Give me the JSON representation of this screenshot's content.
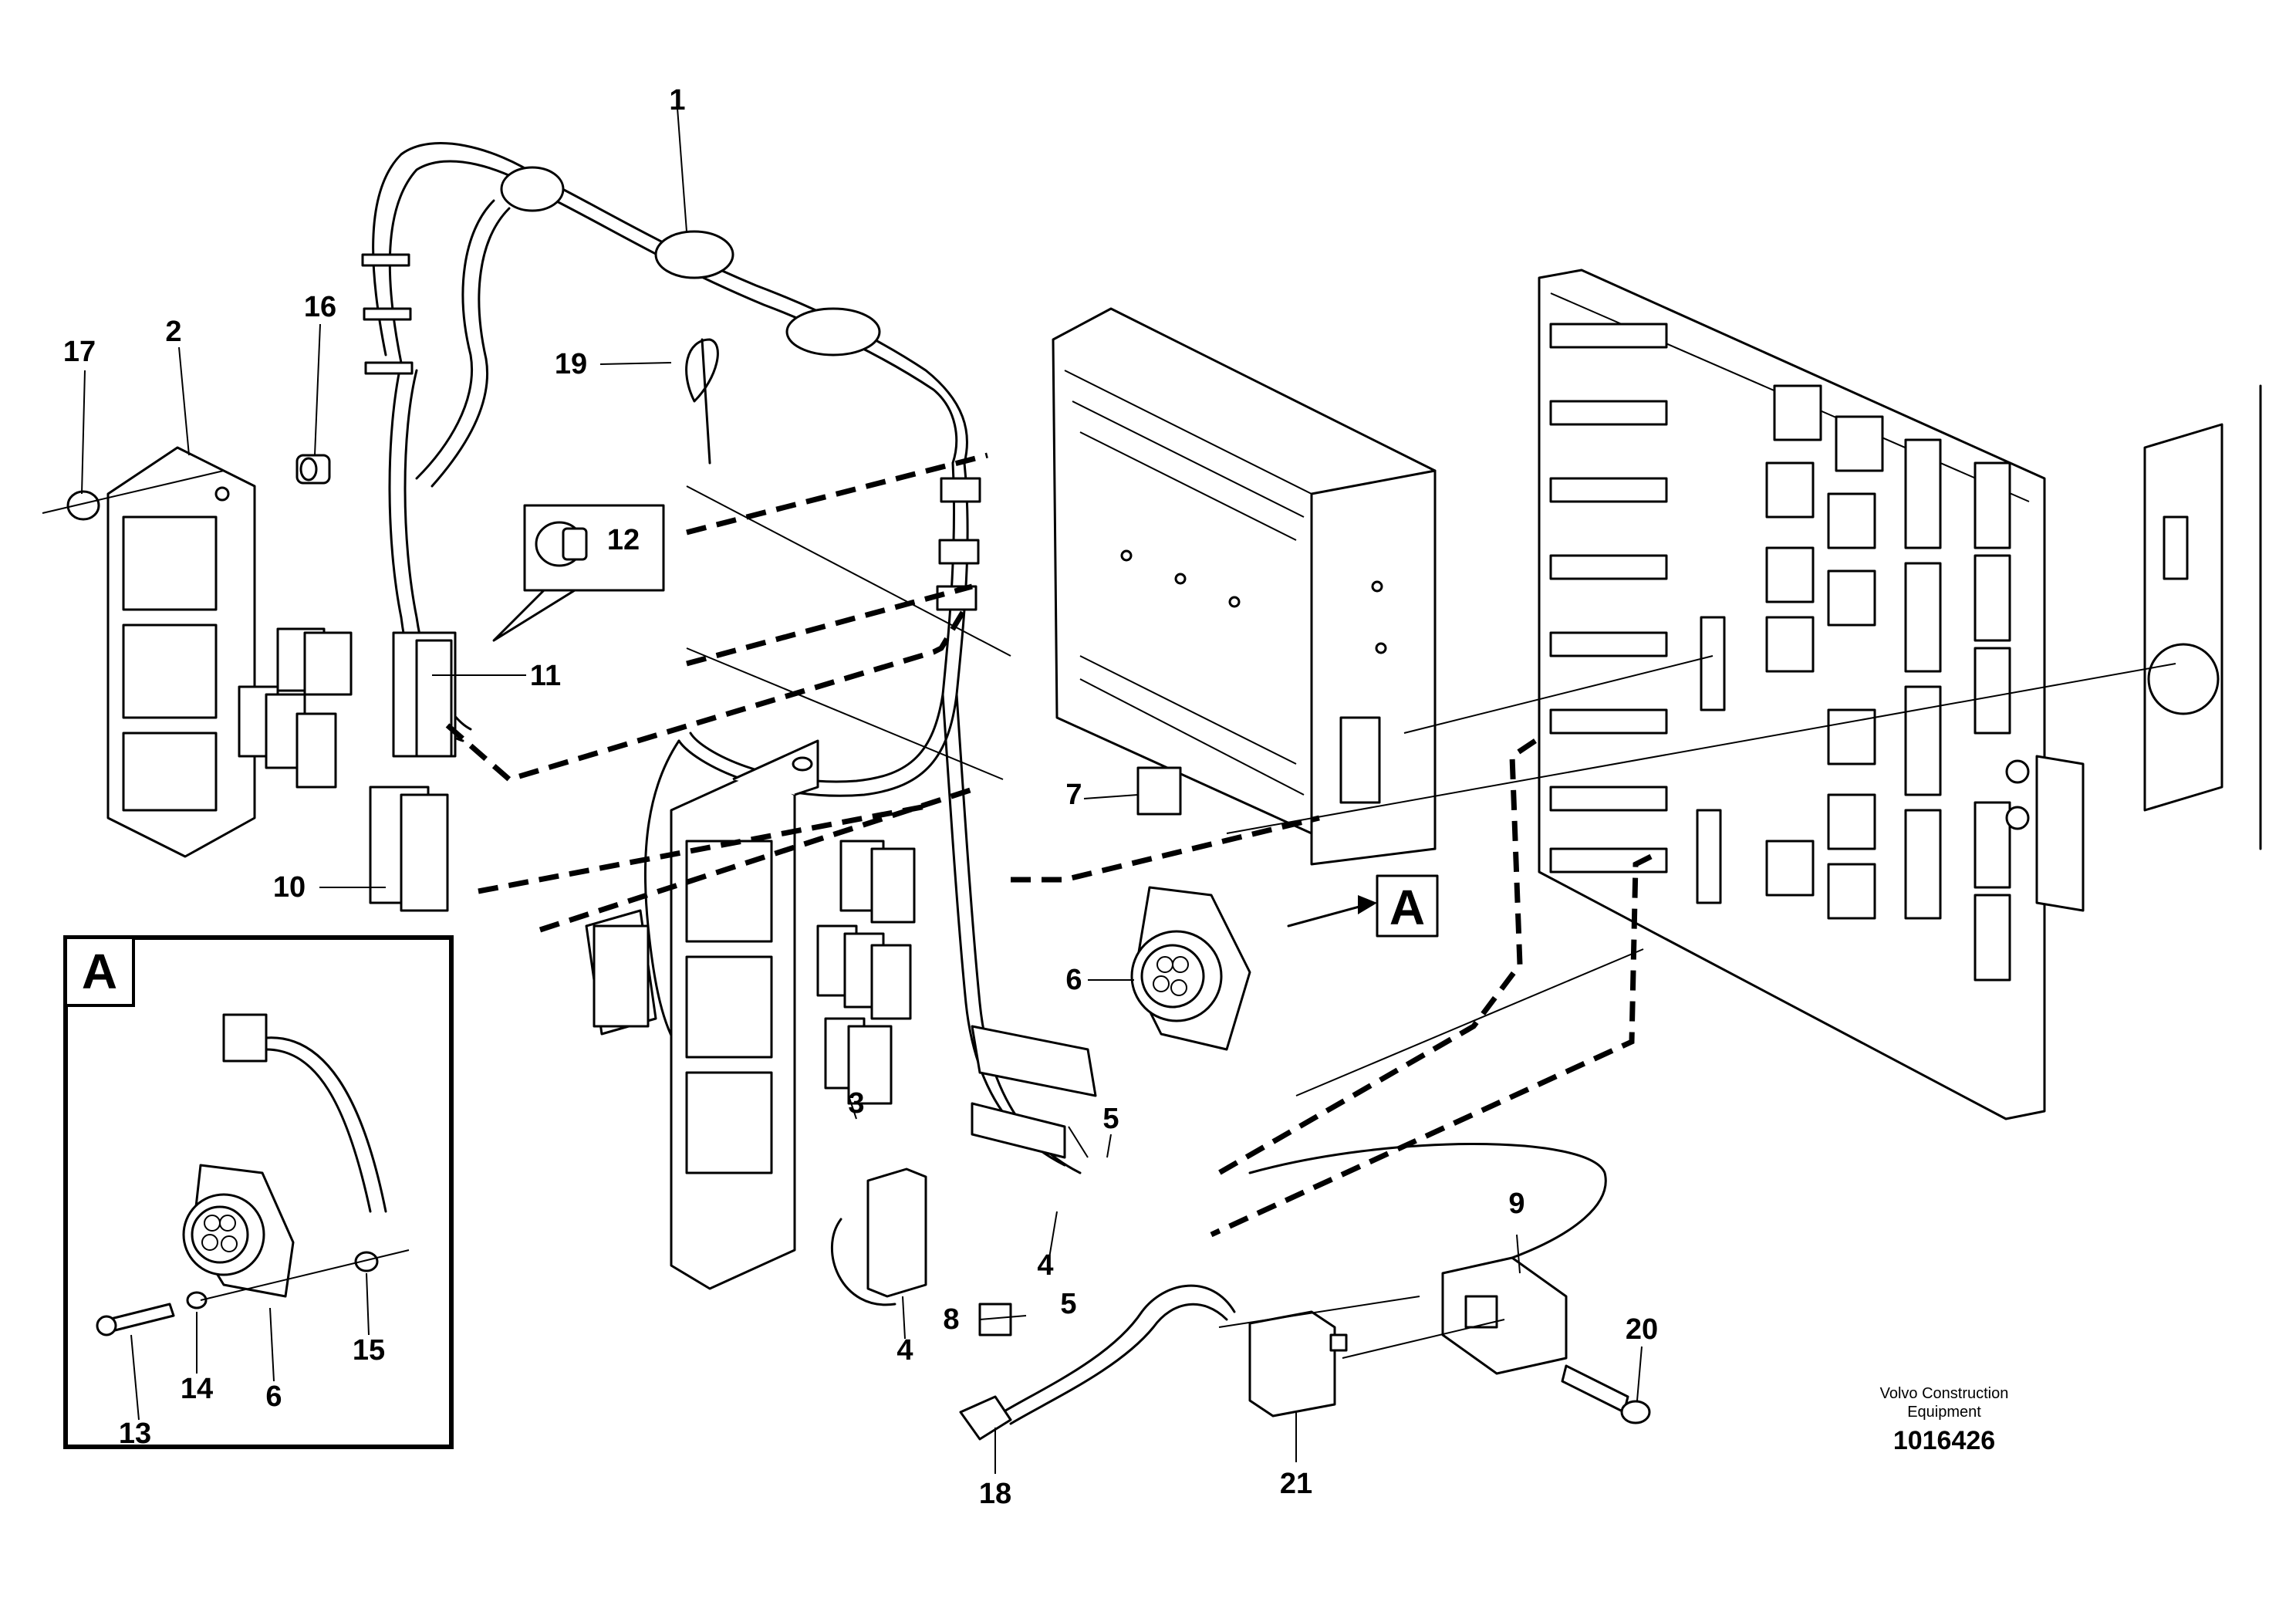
{
  "callouts": {
    "c1": "1",
    "c2": "2",
    "c3": "3",
    "c4a": "4",
    "c4b": "4",
    "c5a": "5",
    "c5b": "5",
    "c6": "6",
    "c6a": "6",
    "c7": "7",
    "c8": "8",
    "c9": "9",
    "c10": "10",
    "c11": "11",
    "c12": "12",
    "c13": "13",
    "c14": "14",
    "c15": "15",
    "c16": "16",
    "c17": "17",
    "c18": "18",
    "c19": "19",
    "c20": "20",
    "c21": "21"
  },
  "view_marker": "A",
  "inset_label": "A",
  "footer": {
    "brand_line1": "Volvo Construction",
    "brand_line2": "Equipment",
    "doc_number": "1016426"
  }
}
